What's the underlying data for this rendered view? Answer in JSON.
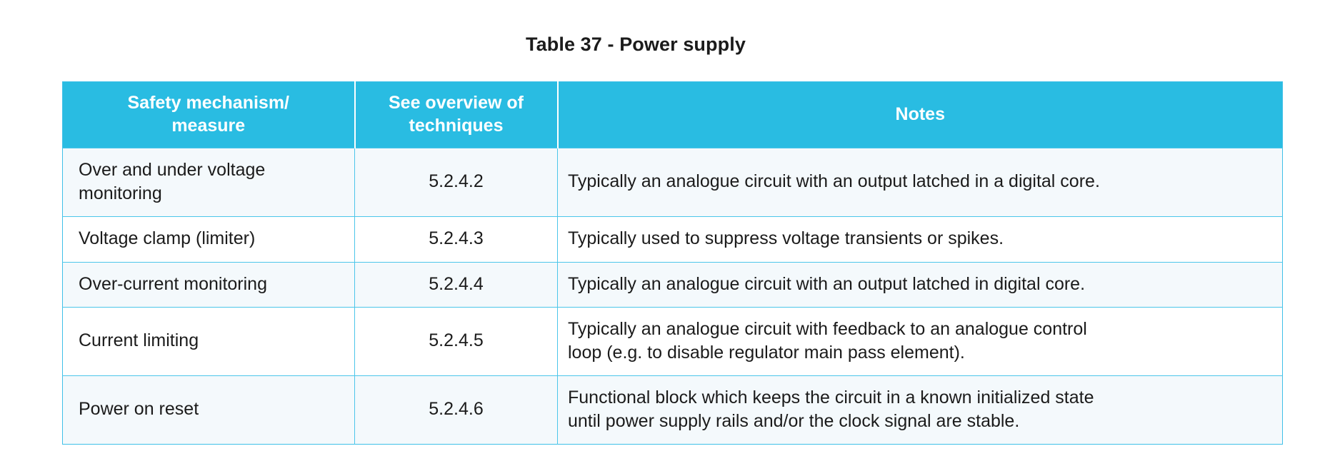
{
  "title": "Table 37 - Power supply",
  "colors": {
    "header_background": "#29bce2",
    "header_text": "#ffffff",
    "grid_line": "#4cc6ea",
    "row_alt_background": "#f4f9fc",
    "row_plain_background": "#ffffff",
    "body_text": "#1b1b1b"
  },
  "table": {
    "columns": [
      {
        "id": "measure",
        "label_line1": "Safety mechanism/",
        "label_line2": "measure",
        "align": "left"
      },
      {
        "id": "reference",
        "label_line1": "See overview of",
        "label_line2": "techniques",
        "align": "center"
      },
      {
        "id": "notes",
        "label_line1": "Notes",
        "label_line2": "",
        "align": "left"
      }
    ],
    "rows": [
      {
        "measure_line1": "Over and under voltage",
        "measure_line2": "monitoring",
        "reference": "5.2.4.2",
        "notes_line1": "Typically an analogue circuit with an output latched in a digital core.",
        "notes_line2": ""
      },
      {
        "measure_line1": "Voltage clamp (limiter)",
        "measure_line2": "",
        "reference": "5.2.4.3",
        "notes_line1": "Typically used to suppress voltage transients or spikes.",
        "notes_line2": ""
      },
      {
        "measure_line1": "Over-current monitoring",
        "measure_line2": "",
        "reference": "5.2.4.4",
        "notes_line1": "Typically an analogue circuit with an output latched in digital core.",
        "notes_line2": ""
      },
      {
        "measure_line1": "Current limiting",
        "measure_line2": "",
        "reference": "5.2.4.5",
        "notes_line1": "Typically an analogue circuit with feedback to an analogue control",
        "notes_line2": "loop (e.g. to disable regulator main pass element)."
      },
      {
        "measure_line1": "Power on reset",
        "measure_line2": "",
        "reference": "5.2.4.6",
        "notes_line1": "Functional block which keeps the circuit in a known initialized state",
        "notes_line2": "until power supply rails and/or the clock signal are stable."
      }
    ]
  }
}
